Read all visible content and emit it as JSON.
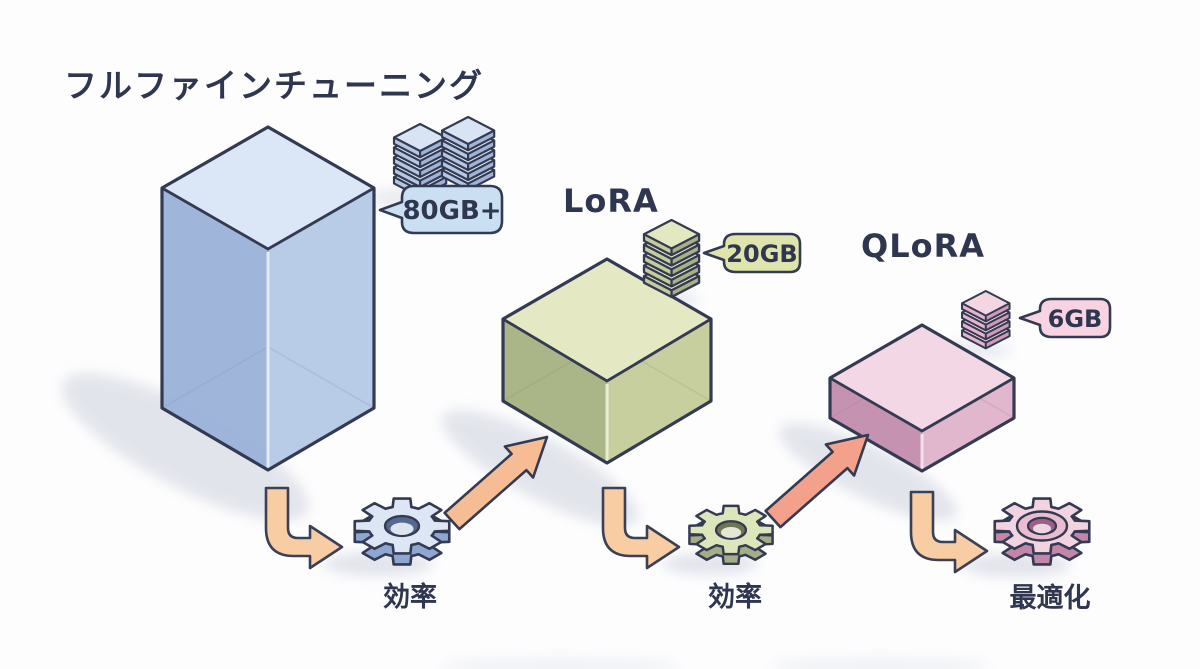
{
  "diagram": {
    "background": "#fdfdfe",
    "outline_color": "#333a52",
    "text_color": "#2f364f",
    "stages": [
      {
        "id": "full-fine-tuning",
        "title": "フルファインチューニング",
        "memory": "80GB+",
        "process_label": "効率",
        "palette": {
          "box_top": "#dbe7f6",
          "box_left": "#97aed6",
          "box_right": "#b7cae6",
          "bubble": "#cbdff2",
          "gear_top": "#dce6f4",
          "gear_side": "#8ea7d0",
          "stack_top": "#d8e4f4",
          "stack_left": "#b6c7e4",
          "stack_right": "#9fb4d6"
        }
      },
      {
        "id": "lora",
        "title": "LoRA",
        "memory": "20GB",
        "process_label": "効率",
        "palette": {
          "box_top": "#e4e9c4",
          "box_left": "#9fab7e",
          "box_right": "#c3ca97",
          "bubble": "#dee4ab",
          "gear_top": "#dde5bb",
          "gear_side": "#a4ad85",
          "stack_top": "#e2e8c0",
          "stack_left": "#c5cc9b",
          "stack_right": "#a9b184"
        }
      },
      {
        "id": "qlora",
        "title": "QLoRA",
        "memory": "6GB",
        "process_label": "最適化",
        "palette": {
          "box_top": "#f3d7e4",
          "box_left": "#bd87a8",
          "box_right": "#dcb0c7",
          "bubble": "#f8d4e2",
          "gear_top": "#f2d3e0",
          "gear_side": "#c287a8",
          "stack_top": "#f4d5e2",
          "stack_left": "#e3b4ca",
          "stack_right": "#cf9bb9"
        }
      }
    ],
    "arrows": {
      "bend_fill": "#f8cda4",
      "diagonal_1_fill": "#f6bd94",
      "diagonal_2_fill": "#f4a18b"
    }
  }
}
